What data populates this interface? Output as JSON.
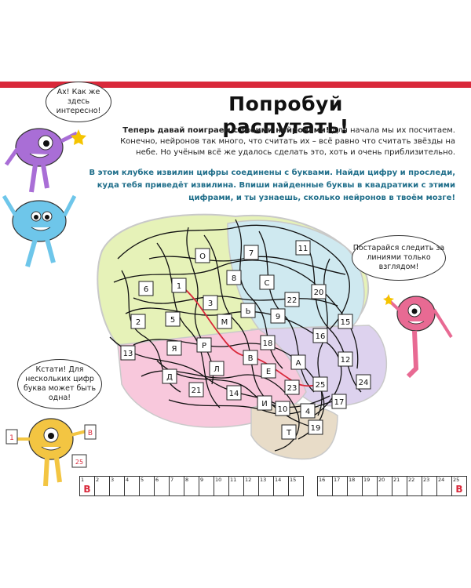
{
  "title": "Попробуй распутать!",
  "intro": {
    "lead": "Теперь давай поиграем с твоими нейронами!",
    "text": " Для начала мы их посчитаем. Конечно, нейронов так много, что считать их – всё равно что считать звёзды на небе. Но учёным всё же удалось сделать это, хоть и очень приблизительно."
  },
  "task": "В этом клубке извилин цифры соединены с буквами. Найди цифру и проследи, куда тебя приведёт извилина. Впиши найденные буквы в квадратики с этими цифрами, и ты узнаешь, сколько нейронов в твоём мозге!",
  "bubbles": {
    "ah": "Ах! Как же здесь интересно!",
    "try": "Постарайся следить за линиями только взглядом!",
    "btw": "Кстати! Для нескольких цифр буква может быть одна!"
  },
  "card_labels": [
    "1",
    "B",
    "25"
  ],
  "brain": {
    "numbers": [
      "1",
      "2",
      "3",
      "4",
      "5",
      "6",
      "7",
      "8",
      "9",
      "10",
      "11",
      "12",
      "13",
      "14",
      "15",
      "16",
      "17",
      "18",
      "19",
      "20",
      "21",
      "22",
      "23",
      "24",
      "25"
    ],
    "letters": [
      "О",
      "С",
      "Ь",
      "М",
      "Я",
      "Р",
      "В",
      "Д",
      "Л",
      "Е",
      "А",
      "И",
      "Т"
    ]
  },
  "answer_groups": [
    {
      "cells": [
        {
          "n": "1",
          "l": "В"
        },
        {
          "n": "2",
          "l": ""
        },
        {
          "n": "3",
          "l": ""
        },
        {
          "n": "4",
          "l": ""
        },
        {
          "n": "5",
          "l": ""
        },
        {
          "n": "6",
          "l": ""
        },
        {
          "n": "7",
          "l": ""
        },
        {
          "n": "8",
          "l": ""
        },
        {
          "n": "9",
          "l": ""
        },
        {
          "n": "10",
          "l": ""
        },
        {
          "n": "11",
          "l": ""
        }
      ]
    },
    {
      "cells": [
        {
          "n": "12",
          "l": ""
        },
        {
          "n": "13",
          "l": ""
        },
        {
          "n": "14",
          "l": ""
        },
        {
          "n": "15",
          "l": ""
        }
      ]
    },
    {
      "cells": [
        {
          "n": "16",
          "l": ""
        },
        {
          "n": "17",
          "l": ""
        },
        {
          "n": "18",
          "l": ""
        },
        {
          "n": "19",
          "l": ""
        },
        {
          "n": "20",
          "l": ""
        },
        {
          "n": "21",
          "l": ""
        },
        {
          "n": "22",
          "l": ""
        },
        {
          "n": "23",
          "l": ""
        },
        {
          "n": "24",
          "l": ""
        },
        {
          "n": "25",
          "l": "В"
        }
      ]
    }
  ],
  "colors": {
    "accent": "#d9283a",
    "task_text": "#1f6e8a",
    "lobe_green": "#e6f2b8",
    "lobe_blue": "#cfe9f0",
    "lobe_pink": "#f8c8dc",
    "lobe_violet": "#ddd2ee",
    "stem": "#e8dcc8"
  }
}
